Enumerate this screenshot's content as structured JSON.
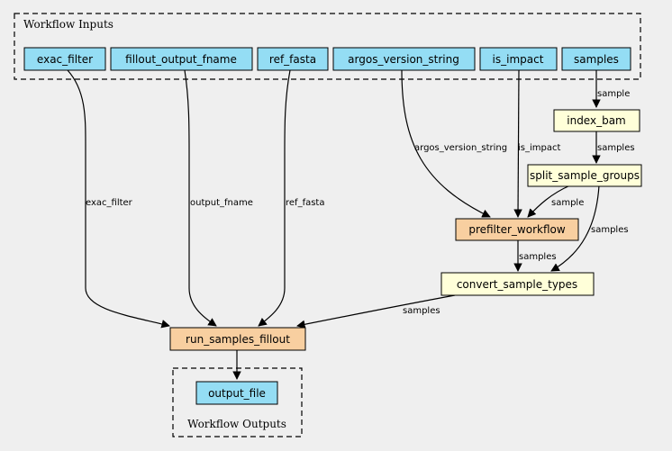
{
  "clusters": {
    "inputs": {
      "label": "Workflow Inputs"
    },
    "outputs": {
      "label": "Workflow Outputs"
    }
  },
  "colors": {
    "input": "#94ddf4",
    "step": "#ffffd9",
    "subworkflow": "#f8cfa0",
    "background": "#efefef",
    "stroke": "#000000"
  },
  "nodes": {
    "exac_filter": "exac_filter",
    "fillout_output_fname": "fillout_output_fname",
    "ref_fasta": "ref_fasta",
    "argos_version_string": "argos_version_string",
    "is_impact": "is_impact",
    "samples": "samples",
    "index_bam": "index_bam",
    "split_sample_groups": "split_sample_groups",
    "prefilter_workflow": "prefilter_workflow",
    "convert_sample_types": "convert_sample_types",
    "run_samples_fillout": "run_samples_fillout",
    "output_file": "output_file"
  },
  "edges": {
    "samples_index_bam": "sample",
    "index_bam_split": "samples",
    "argos_prefilter": "argos_version_string",
    "is_impact_prefilter": "is_impact",
    "split_prefilter": "sample",
    "split_convert": "samples",
    "prefilter_convert": "samples",
    "exac_fillout": "exac_filter",
    "fname_fillout": "output_fname",
    "ref_fillout": "ref_fasta",
    "convert_fillout": "samples"
  }
}
